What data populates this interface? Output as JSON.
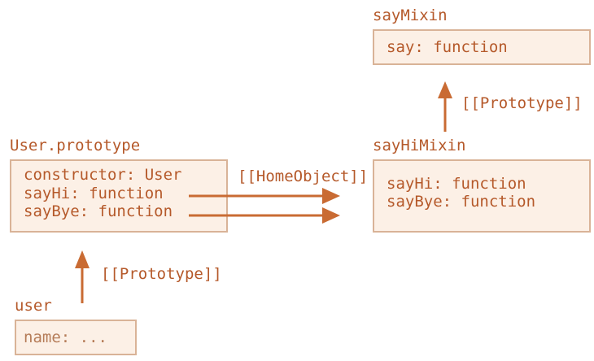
{
  "colors": {
    "accent": "#b5592a",
    "arrow": "#c96b33",
    "box_fill": "#fcf0e6",
    "box_border": "#d9b397",
    "muted_text": "#b57c58"
  },
  "nodes": {
    "say_mixin": {
      "title": "sayMixin",
      "lines": [
        "say: function"
      ]
    },
    "say_hi_mixin": {
      "title": "sayHiMixin",
      "lines": [
        "sayHi: function",
        "sayBye: function"
      ]
    },
    "user_prototype": {
      "title": "User.prototype",
      "lines": [
        "constructor: User",
        "sayHi: function",
        "sayBye: function"
      ]
    },
    "user": {
      "title": "user",
      "lines": [
        "name: ..."
      ]
    }
  },
  "edges": {
    "prototype_top": "[[Prototype]]",
    "home_object": "[[HomeObject]]",
    "prototype_bottom": "[[Prototype]]"
  }
}
